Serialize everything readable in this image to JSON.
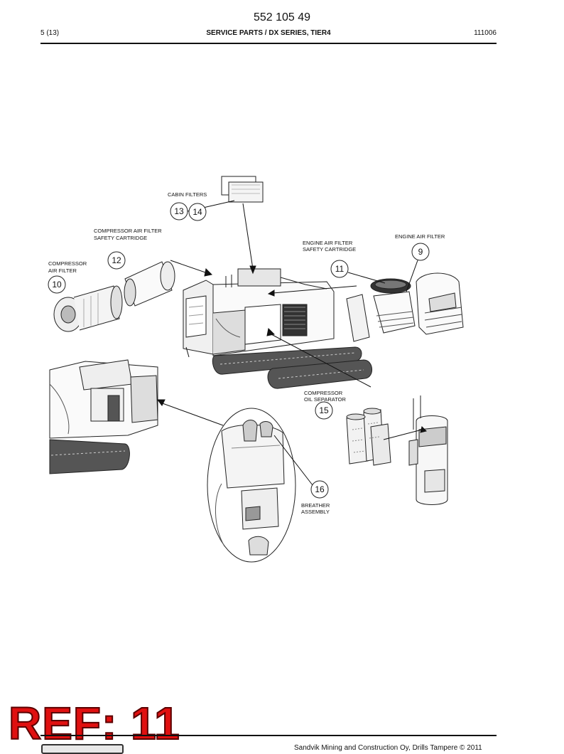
{
  "header": {
    "doc_number": "552 105 49",
    "page": "5 (13)",
    "title": "SERVICE PARTS / DX SERIES, TIER4",
    "date_code": "111006"
  },
  "callouts": [
    {
      "num": "13",
      "label": "CABIN FILTERS"
    },
    {
      "num": "14",
      "label": ""
    },
    {
      "num": "12",
      "label_lines": [
        "COMPRESSOR AIR FILTER",
        "SAFETY CARTRIDGE"
      ]
    },
    {
      "num": "10",
      "label_lines": [
        "COMPRESSOR",
        "AIR FILTER"
      ]
    },
    {
      "num": "11",
      "label_lines": [
        "ENGINE AIR FILTER",
        "SAFETY CARTRIDGE"
      ]
    },
    {
      "num": "9",
      "label": "ENGINE AIR FILTER"
    },
    {
      "num": "15",
      "label_lines": [
        "COMPRESSOR",
        "OIL SEPARATOR"
      ]
    },
    {
      "num": "16",
      "label_lines": [
        "BREATHER",
        "ASSEMBLY"
      ]
    }
  ],
  "overlay": {
    "ref": "REF: 11"
  },
  "footer": {
    "text": "Sandvik Mining and Construction Oy, Drills Tampere © 2011"
  },
  "colors": {
    "ref_red": "#e01010",
    "ink": "#111111"
  }
}
